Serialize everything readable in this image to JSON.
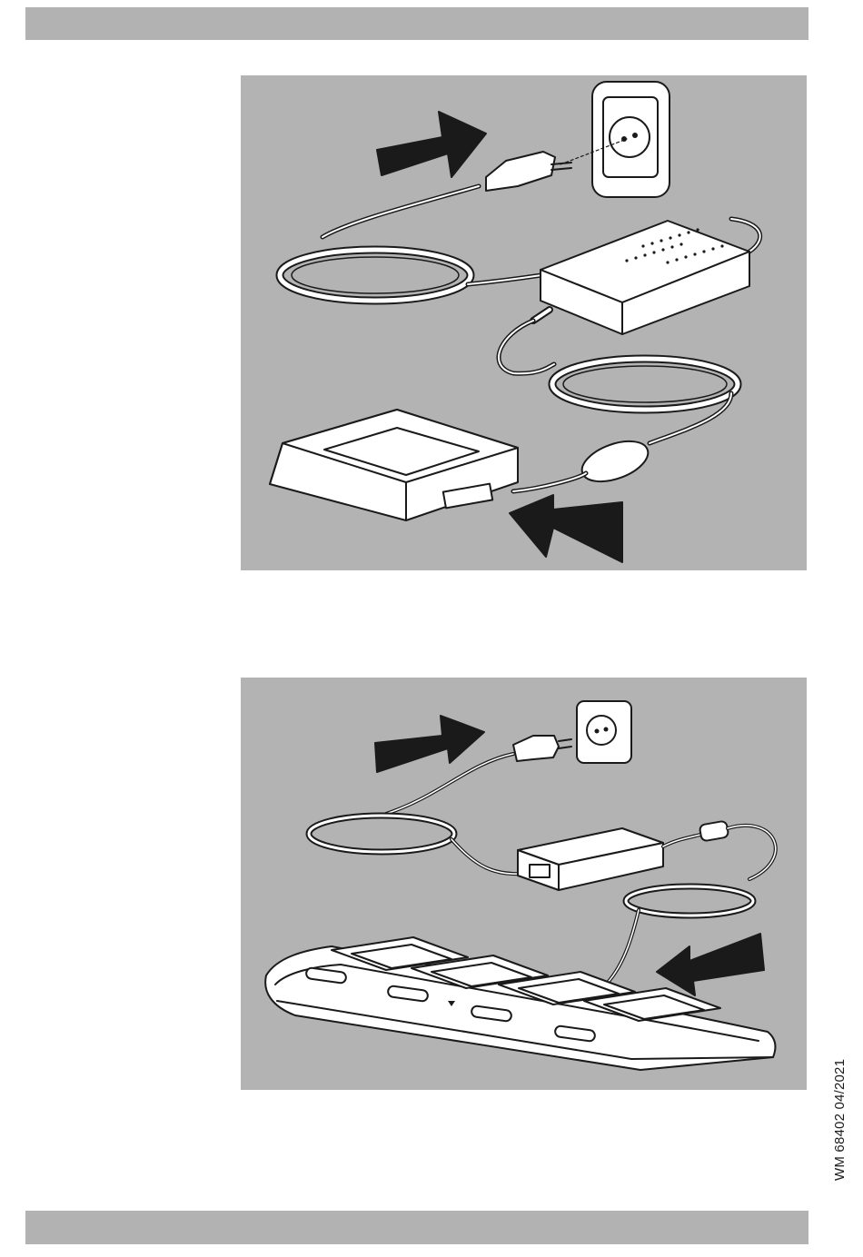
{
  "footer": {
    "document_id": "WM 68402 04/2021"
  },
  "figures": [
    {
      "icon": "single-charger-mains-connection-illustration"
    },
    {
      "icon": "multi-charger-mains-connection-illustration"
    }
  ],
  "colors": {
    "band": "#b2b2b2",
    "figure_background": "#b3b3b3",
    "line": "#1a1a1a",
    "arrow_fill": "#1a1a1a"
  }
}
